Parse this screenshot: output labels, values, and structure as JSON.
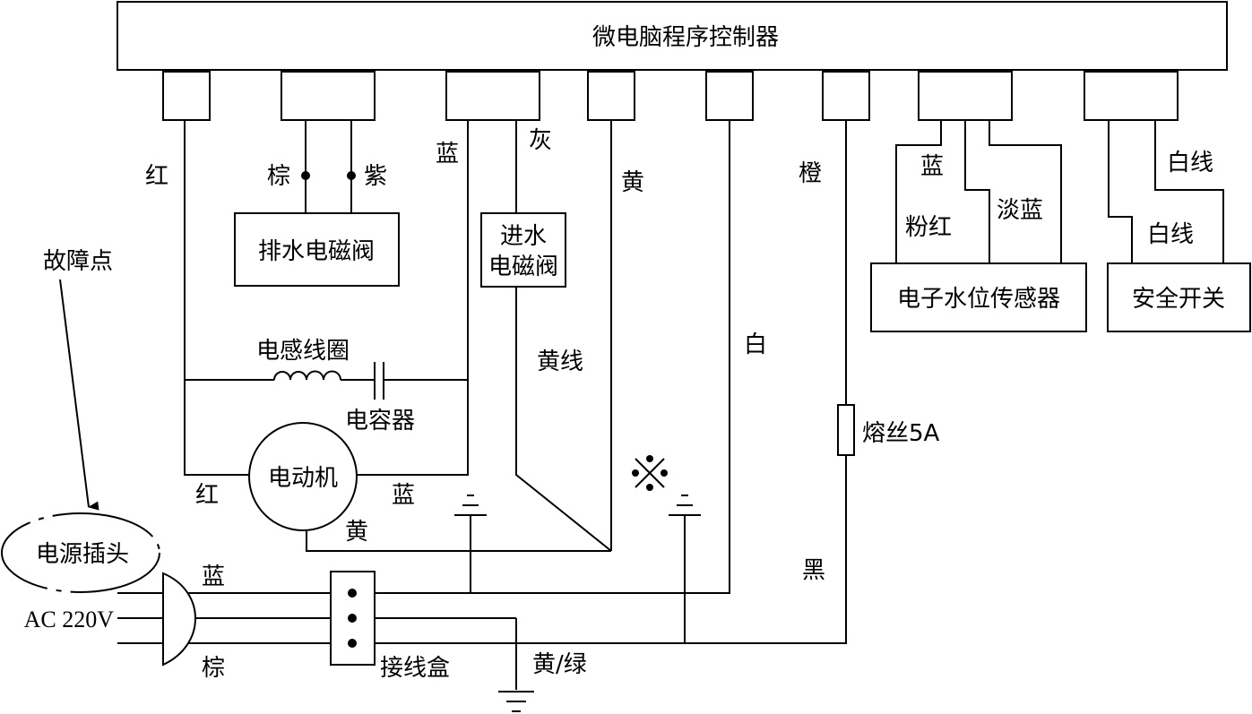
{
  "controller": {
    "label": "微电脑程序控制器"
  },
  "drain_valve": {
    "label": "排水电磁阀",
    "wire_left": "棕",
    "wire_right": "紫"
  },
  "inlet_valve": {
    "line1": "进水",
    "line2": "电磁阀",
    "wire_in": "灰",
    "wire_out": "黄线"
  },
  "water_level_sensor": {
    "label": "电子水位传感器",
    "wire_blue": "蓝",
    "wire_pink": "粉红",
    "wire_lightblue": "淡蓝"
  },
  "safety_switch": {
    "label": "安全开关",
    "wire_a": "白线",
    "wire_b": "白线"
  },
  "inductor": {
    "label": "电感线圈"
  },
  "capacitor": {
    "label": "电容器"
  },
  "motor": {
    "label": "电动机",
    "wire_left": "红",
    "wire_right": "蓝",
    "wire_bottom": "黄"
  },
  "wires": {
    "red": "红",
    "blue_top": "蓝",
    "yellow": "黄",
    "white": "白",
    "orange": "橙",
    "black": "黑",
    "plug_blue": "蓝",
    "plug_brown": "棕",
    "ground": "黄/绿"
  },
  "fuse": {
    "label": "熔丝5A"
  },
  "plug": {
    "label": "电源插头",
    "voltage": "AC 220V"
  },
  "junction_box": {
    "label": "接线盒"
  },
  "fault": {
    "label": "故障点"
  }
}
